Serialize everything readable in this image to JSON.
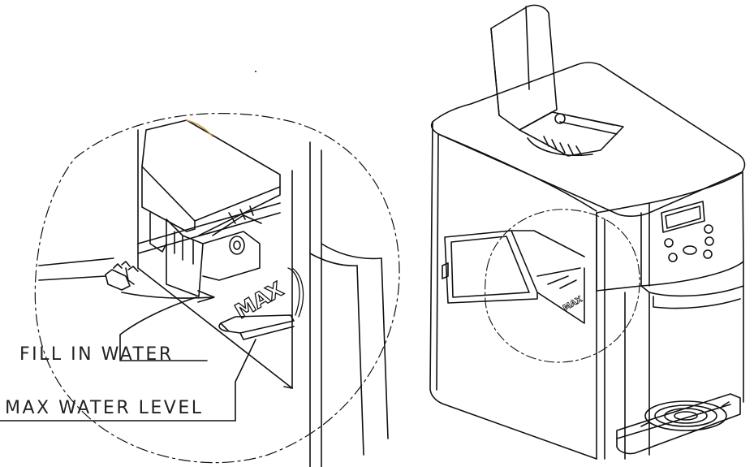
{
  "callouts": {
    "fill_in_water": "FILL IN WATER",
    "max_water_level": "MAX WATER LEVEL"
  },
  "marks": {
    "max_detail": "MAX",
    "max_small": "MAX"
  },
  "colors": {
    "line": "#111111",
    "background": "#ffffff"
  }
}
